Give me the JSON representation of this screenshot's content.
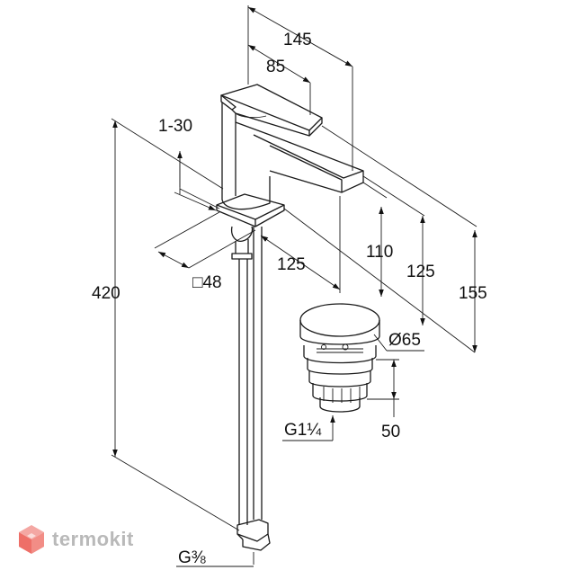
{
  "dimensions": {
    "width_total": "145",
    "width_spout": "85",
    "height_adjust": "1-30",
    "base_square": "□48",
    "projection": "125",
    "spout_height": "110",
    "spout_top_height": "125",
    "overall_height_right": "155",
    "overall_height": "420",
    "drain_diameter": "Ø65",
    "drain_height": "50",
    "drain_thread": "G1¼",
    "hose_thread": "G⅜"
  },
  "watermark": {
    "text": "termokit"
  }
}
